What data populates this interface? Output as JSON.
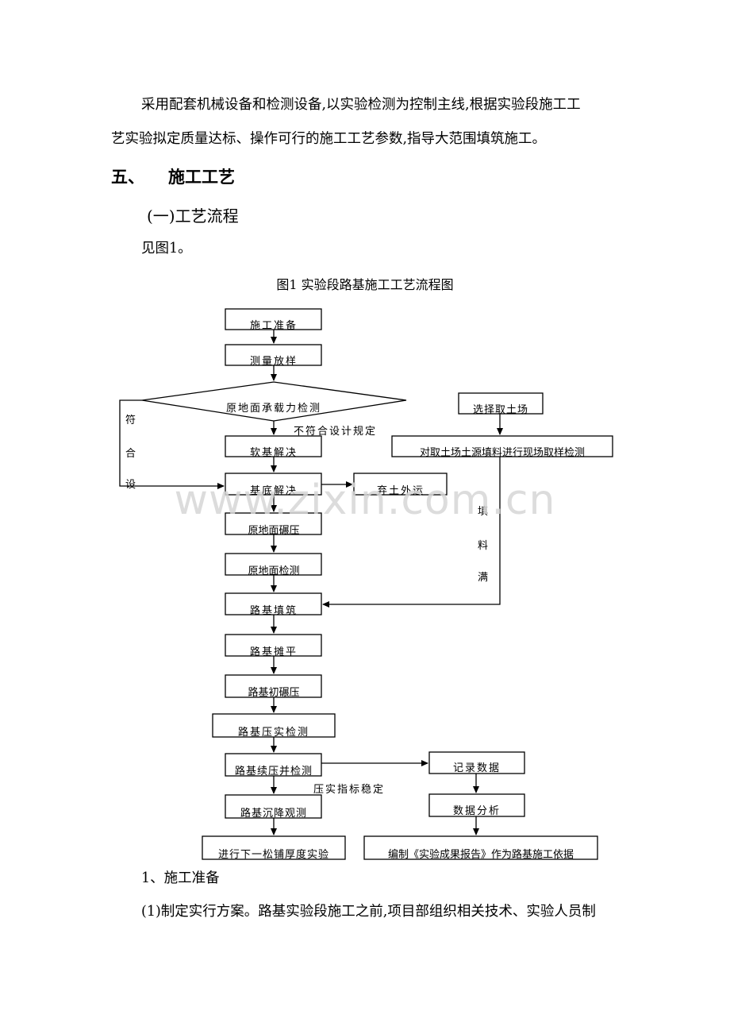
{
  "paragraph1": {
    "line1": "采用配套机械设备和检测设备,以实验检测为控制主线,根据实验段施工工",
    "line2": "艺实验拟定质量达标、操作可行的施工工艺参数,指导大范围填筑施工。"
  },
  "section": {
    "number": "五、",
    "title": "施工工艺"
  },
  "subsection": {
    "title": "(一)工艺流程"
  },
  "see_figure": "见图1。",
  "figure_caption": "图1  实验段路基施工工艺流程图",
  "flowchart": {
    "boxes": {
      "prep": "施工准备",
      "survey": "测量放样",
      "diamond": "原地面承载力检测",
      "foundation_fix": "软基解决",
      "base_fix": "基底解决",
      "discard": "弃土外运",
      "orig_roll": "原地面碾压",
      "orig_test": "原地面检测",
      "fill": "路基填筑",
      "level": "路基摊平",
      "init_roll": "路基初碾压",
      "compact_test": "路基压实检测",
      "cont_roll": "路基续压并检测",
      "settle": "路基沉降观测",
      "next_trial": "进行下一松铺厚度实验",
      "select_source": "选择取土场",
      "sample": "对取土场土源填料进行现场取样检测",
      "record": "记录数据",
      "analyze": "数据分析",
      "report": "编制《实验成果报告》作为路基施工依据"
    },
    "labels": {
      "fail": "不符合设计规定",
      "pass_c1": "符",
      "pass_c2": "合",
      "pass_c3": "设",
      "fill_c1": "填",
      "fill_c2": "料",
      "fill_c3": "满",
      "stable": "压实指标稳定"
    }
  },
  "item1": {
    "title": "1、施工准备"
  },
  "item1_1": {
    "text": "(1)制定实行方案。路基实验段施工之前,项目部组织相关技术、实验人员制"
  },
  "watermark": "www.zixin.com.cn"
}
